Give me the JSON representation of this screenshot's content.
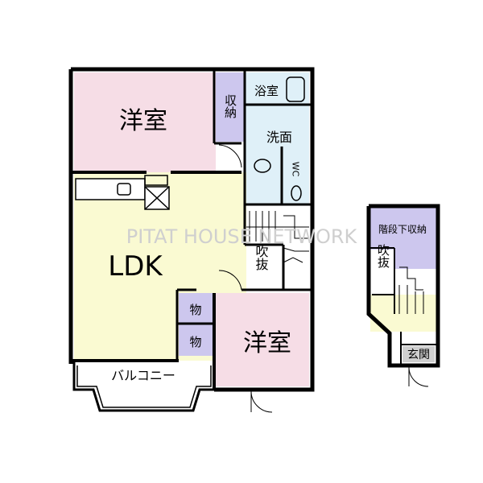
{
  "watermark": "PITAT HOUSE NETWORK",
  "colors": {
    "bedroom": "#f6dde6",
    "ldk": "#fafad2",
    "storage": "#cdc7ee",
    "wet": "#dff0f8",
    "void": "#ffffff",
    "entrance": "#cfcfcf",
    "wall": "#000000"
  },
  "rooms": {
    "bedroom_top": "洋室",
    "storage_top": "収納",
    "bathroom": "浴室",
    "washroom": "洗面",
    "toilet": "WC",
    "ldk": "LDK",
    "void_main": "吹抜",
    "closet_1": "物",
    "closet_2": "物",
    "bedroom_bottom": "洋室",
    "balcony": "バルコニー",
    "understair_storage": "階段下収納",
    "void_side": "吹抜",
    "entrance": "玄関"
  }
}
